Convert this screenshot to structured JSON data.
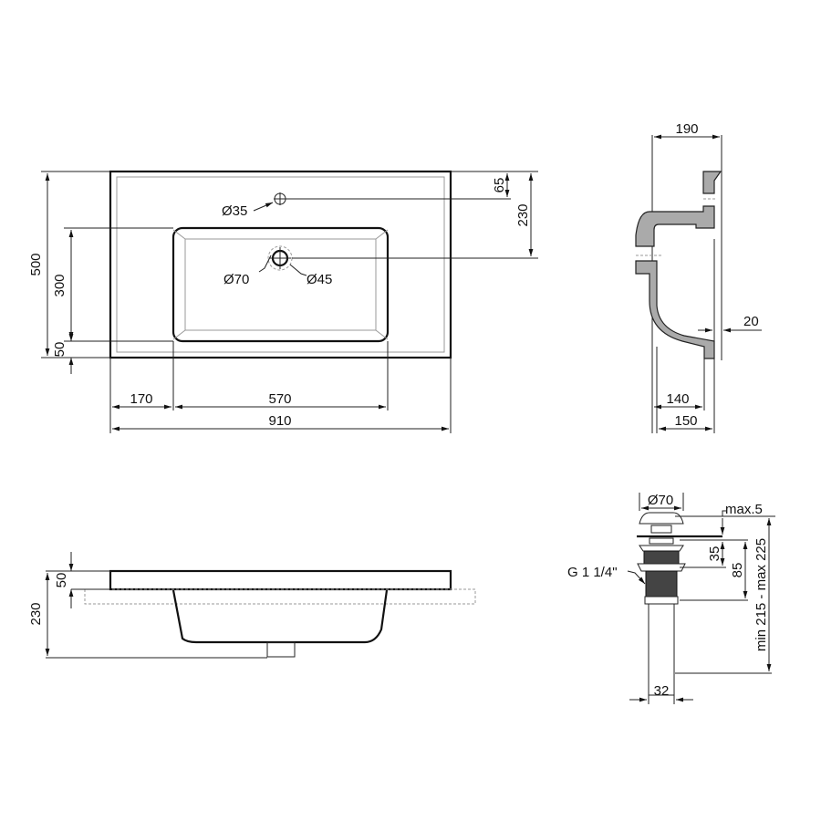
{
  "top_view": {
    "overall_width": "910",
    "overall_depth": "500",
    "left_offset": "170",
    "bowl_width": "570",
    "bowl_depth": "300",
    "front_margin": "50",
    "tap_hole_from_back": "65",
    "drain_from_back": "230",
    "tap_hole_diameter": "Ø35",
    "drain_outer_diameter": "Ø70",
    "drain_inner_diameter": "Ø45"
  },
  "side_section": {
    "top_depth": "190",
    "bowl_inner": "140",
    "bowl_outer": "150",
    "rim_thickness": "20"
  },
  "front_view": {
    "total_height": "230",
    "rim_height": "50"
  },
  "drain_detail": {
    "cap_diameter": "Ø70",
    "cap_gap": "max.5",
    "upper_height": "35",
    "body_height": "85",
    "total_length": "min 215 - max 225",
    "thread": "G 1 1/4\"",
    "pipe_diameter": "32"
  },
  "colors": {
    "line": "#111111",
    "hatch": "#aaaaaa",
    "background": "#ffffff"
  }
}
